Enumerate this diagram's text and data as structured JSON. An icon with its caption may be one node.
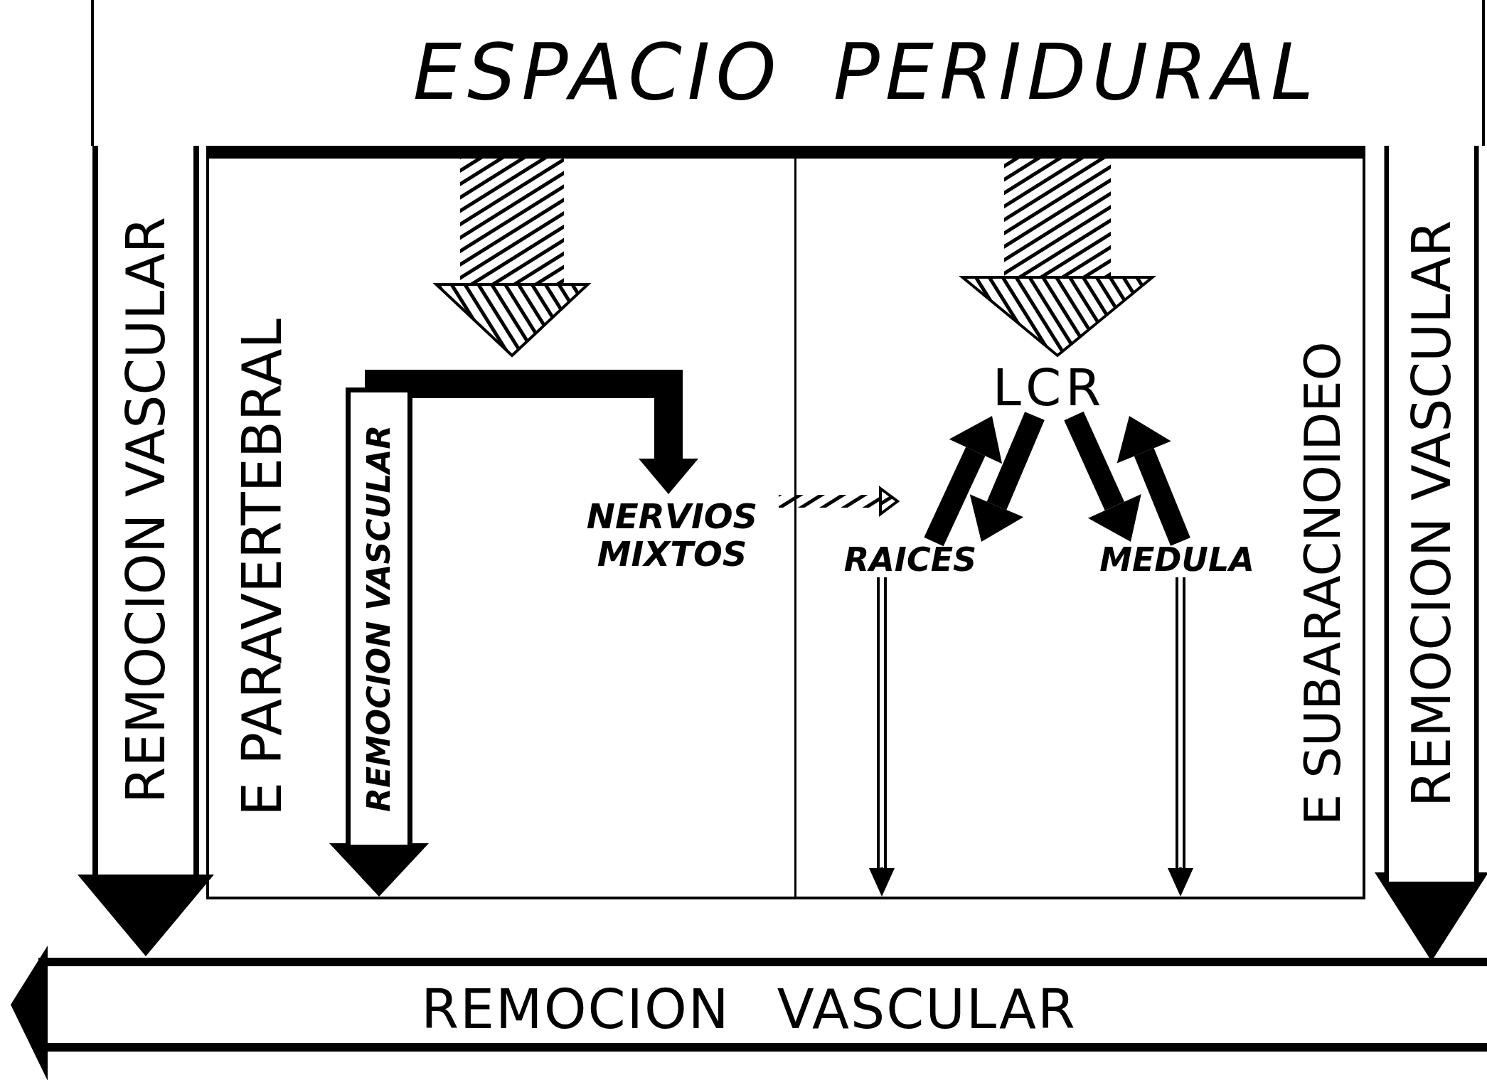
{
  "diagram": {
    "nodes": [
      {
        "text": [
          "ESPACIO PERIDURAL"
        ]
      },
      {
        "text": [
          "E PARAVERTEBRAL"
        ]
      },
      {
        "text": [
          "E SUBARACNOIDEO"
        ]
      },
      {
        "text": [
          "NERVIOS MIXTOS"
        ],
        "in": 1
      },
      {
        "text": [
          "LCR"
        ],
        "in": 2
      },
      {
        "text": [
          "RAICES"
        ],
        "in": 2
      },
      {
        "text": [
          "MEDULA"
        ],
        "in": 2
      },
      {
        "text": [
          "REMOCION VASCULAR"
        ]
      }
    ],
    "edges": [
      {
        "from": 0,
        "to": 1,
        "arrow": "to",
        "style": "thick"
      },
      {
        "from": 0,
        "to": 4,
        "arrow": "to",
        "style": "thick"
      },
      {
        "from": 3,
        "to": 5,
        "arrow": "to"
      },
      {
        "from": 5,
        "to": 4,
        "arrow": "to"
      },
      {
        "from": 4,
        "to": 5,
        "arrow": "to"
      },
      {
        "from": 4,
        "to": 6,
        "arrow": "to"
      },
      {
        "from": 6,
        "to": 4,
        "arrow": "to"
      },
      {
        "from": 5,
        "to": 2,
        "arrow": "to"
      },
      {
        "from": 6,
        "to": 2,
        "arrow": "to"
      },
      {
        "from": 0,
        "to": 7,
        "arrow": "to",
        "label": "REMOCION VASCULAR",
        "style": "thick"
      },
      {
        "from": 0,
        "to": 7,
        "arrow": "to",
        "label": "REMOCION VASCULAR",
        "style": "thick"
      },
      {
        "from": 1,
        "to": 3,
        "arrow": "both",
        "label": "REMOCION VASCULAR"
      }
    ]
  }
}
